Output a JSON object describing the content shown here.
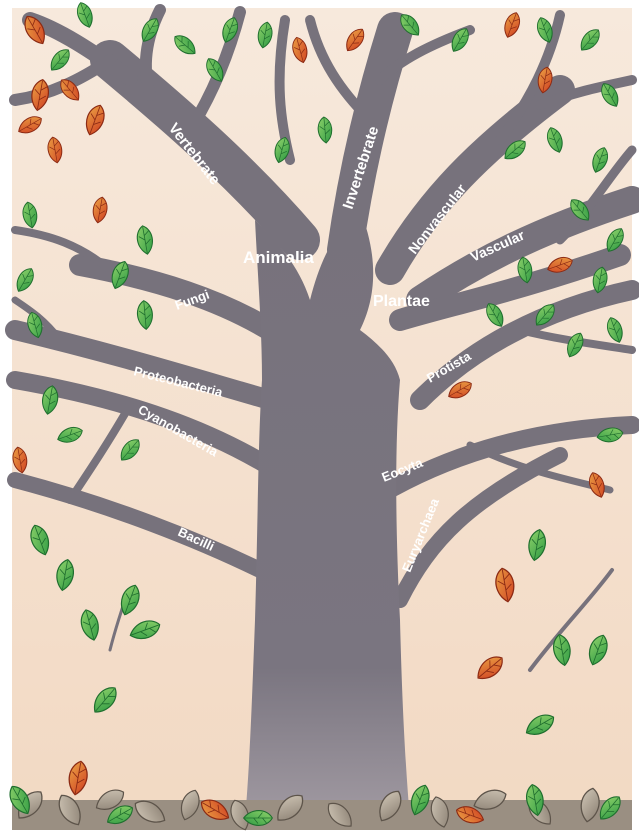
{
  "labels": {
    "animalia": "Animalia",
    "plantae": "Plantae",
    "vertebrate": "Vertebrate",
    "invertebrate": "Invertebrate",
    "nonvascular": "Nonvascular",
    "vascular": "Vascular",
    "fungi": "Fungi",
    "proteobacteria": "Proteobacteria",
    "cyanobacteria": "Cyanobacteria",
    "bacilli": "Bacilli",
    "protista": "Protista",
    "eocyta": "Eocyta",
    "euryarchaea": "Euryarchaea"
  },
  "colors": {
    "background_top": "#f6e6d6",
    "background_bottom": "#f3dcc7",
    "trunk": "#77727c",
    "trunk_dark": "#65606b",
    "leaf_green": "#3fae4e",
    "leaf_green_light": "#8fd26a",
    "leaf_red": "#d9562a",
    "leaf_orange": "#e99a3b",
    "litter": "#8d8478",
    "frame": "#ffffff"
  }
}
